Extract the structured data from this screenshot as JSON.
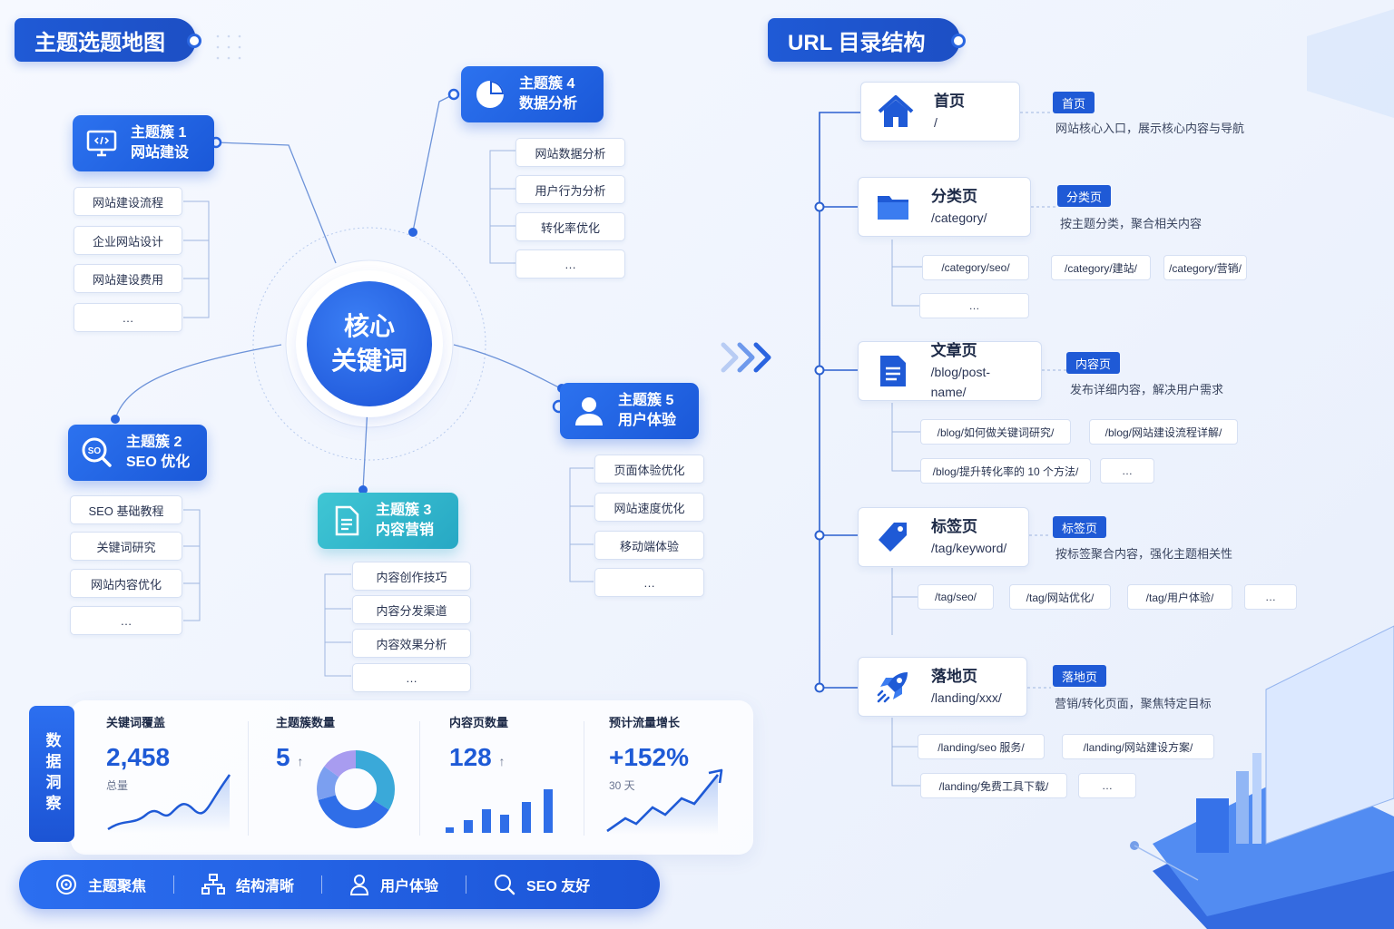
{
  "left_title": "主题选题地图",
  "right_title": "URL 目录结构",
  "core": {
    "line1": "核心",
    "line2": "关键词"
  },
  "clusters": [
    {
      "line1": "主题簇 1",
      "line2": "网站建设",
      "items": [
        "网站建设流程",
        "企业网站设计",
        "网站建设费用",
        "…"
      ]
    },
    {
      "line1": "主题簇 2",
      "line2": "SEO 优化",
      "items": [
        "SEO 基础教程",
        "关键词研究",
        "网站内容优化",
        "…"
      ]
    },
    {
      "line1": "主题簇 3",
      "line2": "内容营销",
      "items": [
        "内容创作技巧",
        "内容分发渠道",
        "内容效果分析",
        "…"
      ]
    },
    {
      "line1": "主题簇 4",
      "line2": "数据分析",
      "items": [
        "网站数据分析",
        "用户行为分析",
        "转化率优化",
        "…"
      ]
    },
    {
      "line1": "主题簇 5",
      "line2": "用户体验",
      "items": [
        "页面体验优化",
        "网站速度优化",
        "移动端体验",
        "…"
      ]
    }
  ],
  "pages": [
    {
      "name": "首页",
      "path": "/",
      "tag": "首页",
      "desc": "网站核心入口，展示核心内容与导航",
      "urls": []
    },
    {
      "name": "分类页",
      "path": "/category/",
      "tag": "分类页",
      "desc": "按主题分类，聚合相关内容",
      "urls": [
        "/category/seo/",
        "/category/建站/",
        "/category/营销/",
        "…"
      ]
    },
    {
      "name": "文章页",
      "path": "/blog/post-name/",
      "tag": "内容页",
      "desc": "发布详细内容，解决用户需求",
      "urls": [
        "/blog/如何做关键词研究/",
        "/blog/网站建设流程详解/",
        "/blog/提升转化率的 10 个方法/",
        "…"
      ]
    },
    {
      "name": "标签页",
      "path": "/tag/keyword/",
      "tag": "标签页",
      "desc": "按标签聚合内容，强化主题相关性",
      "urls": [
        "/tag/seo/",
        "/tag/网站优化/",
        "/tag/用户体验/",
        "…"
      ]
    },
    {
      "name": "落地页",
      "path": "/landing/xxx/",
      "tag": "落地页",
      "desc": "营销/转化页面，聚焦特定目标",
      "urls": [
        "/landing/seo 服务/",
        "/landing/网站建设方案/",
        "/landing/免费工具下载/",
        "…"
      ]
    }
  ],
  "insights": {
    "side_label": "数据洞察",
    "cards": [
      {
        "title": "关键词覆盖",
        "value": "2,458",
        "sub": "总量"
      },
      {
        "title": "主题簇数量",
        "value": "5",
        "arrow": "↑"
      },
      {
        "title": "内容页数量",
        "value": "128",
        "arrow": "↑"
      },
      {
        "title": "预计流量增长",
        "value": "+152%",
        "sub": "30 天"
      }
    ]
  },
  "bottom_bar": [
    "主题聚焦",
    "结构清晰",
    "用户体验",
    "SEO 友好"
  ],
  "colors": {
    "primary": "#1f5ad6",
    "teal": "#2fb5c9",
    "bg": "#f1f5fd"
  }
}
